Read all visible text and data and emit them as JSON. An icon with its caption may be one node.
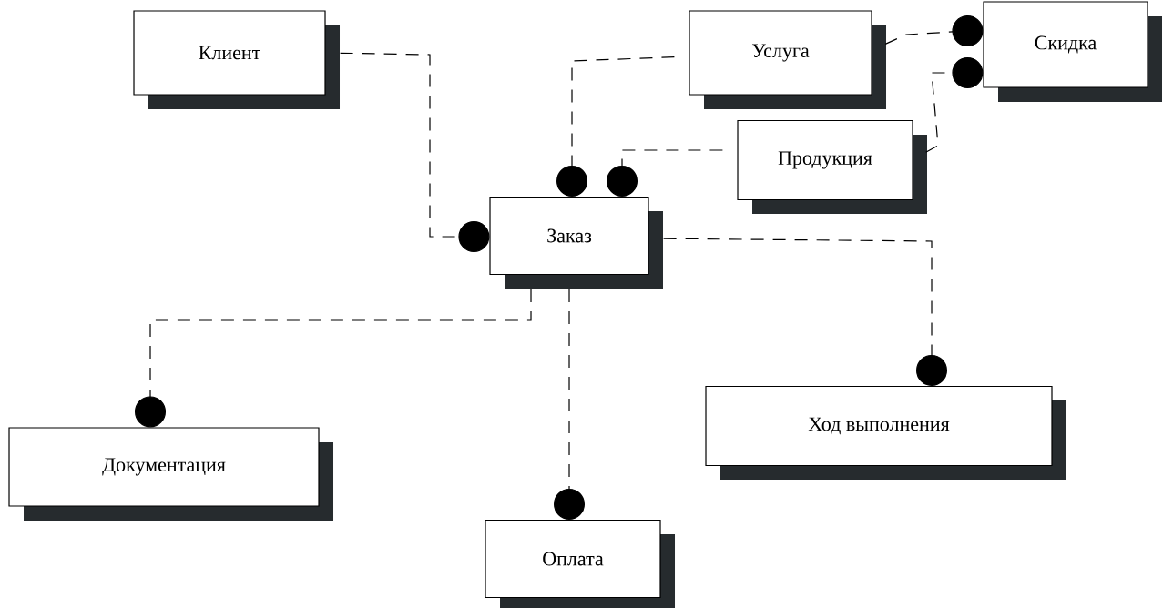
{
  "diagram": {
    "nodes": [
      {
        "text": [
          "Клиент"
        ]
      },
      {
        "text": [
          "Услуга"
        ]
      },
      {
        "text": [
          "Скидка"
        ]
      },
      {
        "text": [
          "Продукция"
        ]
      },
      {
        "text": [
          "Заказ"
        ]
      },
      {
        "text": [
          "Документация"
        ]
      },
      {
        "text": [
          "Ход выполнения"
        ]
      },
      {
        "text": [
          "Оплата"
        ]
      }
    ],
    "edges": [
      {
        "from": 0,
        "to": 4,
        "arrow": "other",
        "style": "dashed"
      },
      {
        "from": 1,
        "to": 4,
        "arrow": "other",
        "style": "dashed"
      },
      {
        "from": 3,
        "to": 4,
        "arrow": "other",
        "style": "dashed"
      },
      {
        "from": 1,
        "to": 2,
        "arrow": "other",
        "style": "dashed"
      },
      {
        "from": 3,
        "to": 2,
        "arrow": "other",
        "style": "dashed"
      },
      {
        "from": 4,
        "to": 5,
        "arrow": "other",
        "style": "dashed"
      },
      {
        "from": 4,
        "to": 7,
        "arrow": "other",
        "style": "dashed"
      },
      {
        "from": 4,
        "to": 6,
        "arrow": "other",
        "style": "dashed"
      }
    ]
  }
}
